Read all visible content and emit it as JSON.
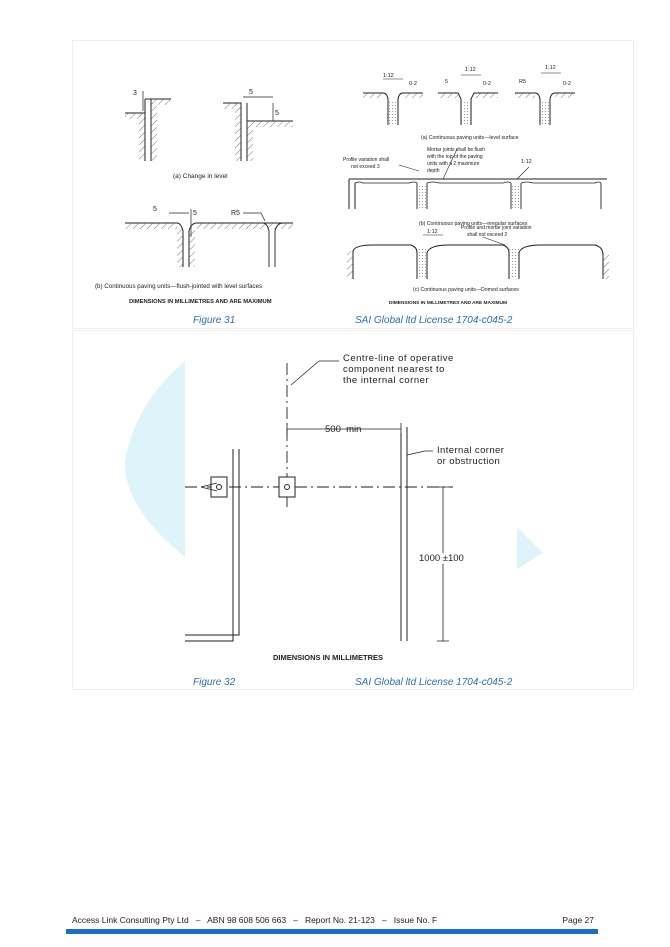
{
  "figure31": {
    "caption": "Figure 31",
    "license": "SAI Global ltd License 1704-c045-2",
    "panel_a": {
      "label": "(a) Change in level",
      "dims": [
        "3",
        "5",
        "5"
      ]
    },
    "panel_b": {
      "label": "(b) Continuous paving units—flush-jointed with level surfaces",
      "dims": [
        "5",
        "5",
        "R5"
      ]
    },
    "panel_b_dims_note": "DIMENSIONS IN MILLIMETRES AND ARE MAXIMUM",
    "right_top": {
      "label": "(a) Continuous paving units—level surface",
      "dims": [
        "1:12",
        "0-2",
        "5",
        "1:12",
        "0-2",
        "R5",
        "1:12",
        "0-2"
      ]
    },
    "right_mid": {
      "label": "(b) Continuous paving units—irregular surfaces",
      "note_mortar": [
        "Mortar joints shall be flush",
        "with the top of the paving",
        "units with a 2 maximum",
        "depth"
      ],
      "note_profile": [
        "Profile variation shall",
        "not exceed 3"
      ],
      "dim": "1:12"
    },
    "right_bot": {
      "label": "(c) Continuous paving units—Domed surfaces",
      "dim": "1:12",
      "note": [
        "Profile and mortar joint variation",
        "shall not exceed 2"
      ]
    },
    "right_dims_note": "DIMENSIONS IN MILLIMETRES AND ARE MAXIMUM"
  },
  "figure32": {
    "caption": "Figure 32",
    "license": "SAI Global ltd License 1704-c045-2",
    "note_centreline": [
      "Centre-line of operative",
      "component nearest to",
      "the internal corner"
    ],
    "dim_horizontal": "500  min",
    "note_corner": [
      "Internal corner",
      "or obstruction"
    ],
    "dim_vertical": "1000 ±100",
    "dims_note": "DIMENSIONS IN MILLIMETRES",
    "accent_color": "#dff3fb"
  },
  "footer": {
    "left": "Access Link Consulting Pty Ltd   –   ABN 98 608 506 663   –   Report No. 21-123   –   Issue No. F",
    "right": "Page 27",
    "bar_color": "#1e6fc1"
  }
}
